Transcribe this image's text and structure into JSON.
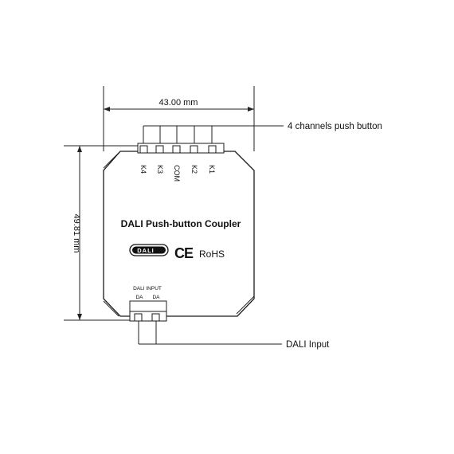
{
  "dimensions": {
    "width_label": "43.00 mm",
    "height_label": "49.81 mm"
  },
  "callouts": {
    "push_button": "4 channels push button",
    "dali_input": "DALI Input"
  },
  "terminals_top": [
    "K4",
    "K3",
    "COM",
    "K2",
    "K1"
  ],
  "device": {
    "title": "DALI Push-button Coupler",
    "dali_logo": "DALI",
    "ce_mark": "CE",
    "rohs": "RoHS"
  },
  "bottom_connector": {
    "title": "DALI INPUT",
    "pins": [
      "DA",
      "DA"
    ]
  }
}
